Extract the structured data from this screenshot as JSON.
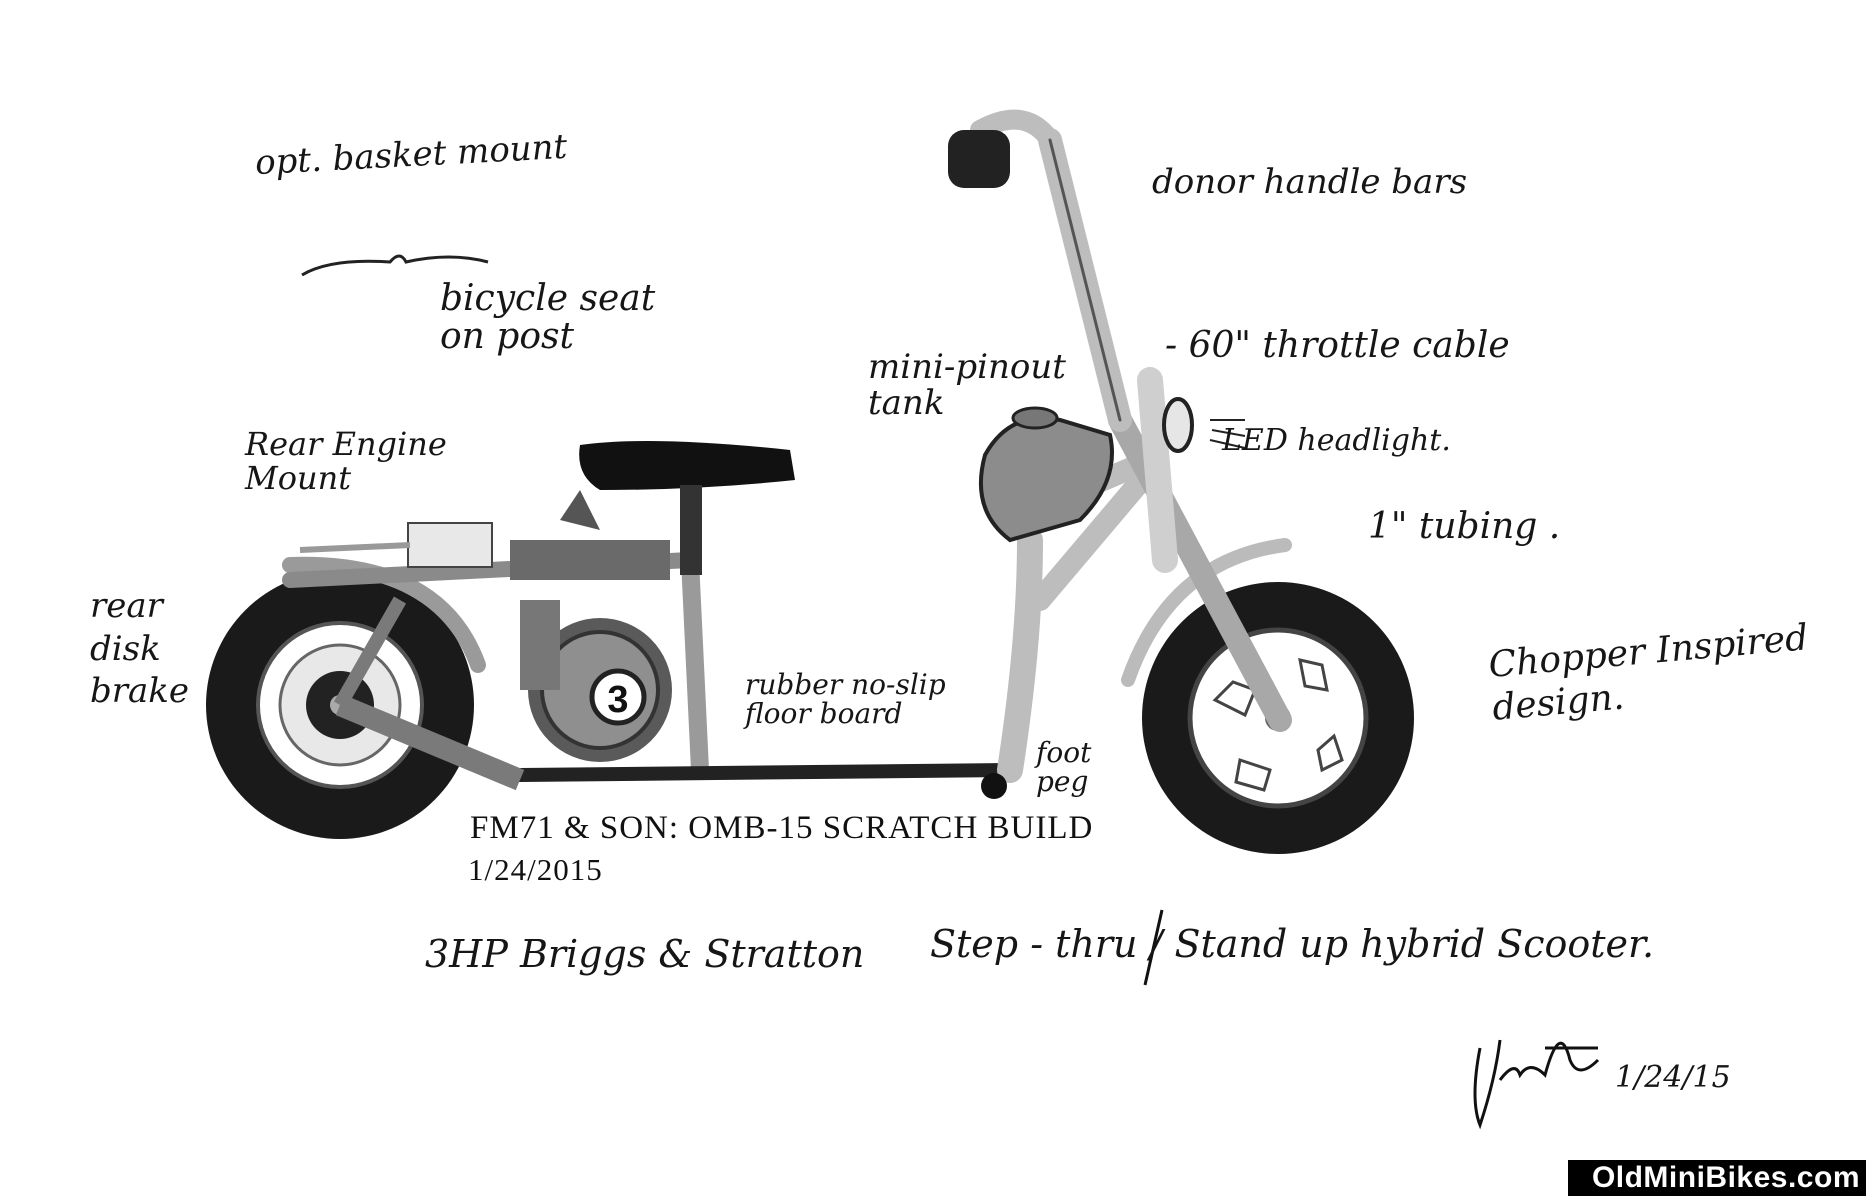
{
  "notes": {
    "basket_mount": "opt. basket mount",
    "bicycle_seat": "bicycle seat\non post",
    "rear_engine_mount": "Rear Engine\nMount",
    "rear_disk_brake": "rear\ndisk\nbrake",
    "mini_pinout_tank": "mini-pinout\ntank",
    "donor_handle_bars": "donor handle bars",
    "throttle_cable": "- 60\" throttle cable",
    "led_headlight": "LED headlight.",
    "tubing": "1\" tubing .",
    "chopper_inspired": "Chopper Inspired\ndesign.",
    "rubber_floor_board": "rubber no-slip\nfloor board",
    "foot_peg": "foot\npeg",
    "briggs_stratton": "3HP Briggs & Stratton",
    "step_through": "Step - thru / Stand up hybrid Scooter.",
    "signature_date": "1/24/15"
  },
  "caption": {
    "title": "FM71 & SON:  OMB-15 SCRATCH BUILD",
    "date": "1/24/2015"
  },
  "engine_number": "3",
  "watermark": "OldMiniBikes.com",
  "colors": {
    "ink": "#161616",
    "tire": "#1a1a1a",
    "frame": "#bdbdbd",
    "background": "#ffffff"
  }
}
